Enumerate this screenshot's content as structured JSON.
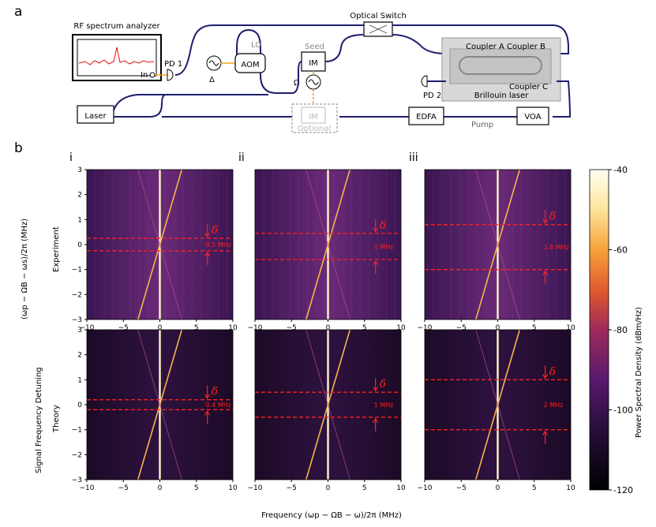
{
  "panel_a": {
    "letter": "a",
    "labels": {
      "rf_analyzer": "RF spectrum analyzer",
      "in": "In",
      "pd1": "PD 1",
      "delta": "Δ",
      "aom": "AOM",
      "lo": "LO",
      "seed": "Seed",
      "im": "IM",
      "omega": "Ω",
      "im_optional": "IM",
      "optional": "Optional",
      "optical_switch": "Optical Switch",
      "coupler_a": "Coupler A",
      "coupler_b": "Coupler B",
      "coupler_c": "Coupler C",
      "pd2": "PD 2",
      "brillouin": "Brillouin laser",
      "laser": "Laser",
      "edfa": "EDFA",
      "pump": "Pump",
      "voa": "VOA"
    }
  },
  "panel_b": {
    "letter": "b",
    "columns": [
      "i",
      "ii",
      "iii"
    ],
    "row_labels": [
      "Experiment",
      "Theory"
    ],
    "ylabel_outer": "Signal Frequency Detuning",
    "ylabel_inner": "(ωp − ΩB − ωs)/2π (MHz)",
    "xlabel": "Frequency (ωp − ΩB − ω)/2π (MHz)",
    "delta_symbol": "δ",
    "colorbar_label": "Power Spectral Density (dBm/Hz)",
    "colorbar_ticks": [
      "-40",
      "-60",
      "-80",
      "-100",
      "-120"
    ]
  },
  "chart_data": [
    {
      "type": "heatmap",
      "panel": "i-experiment",
      "xlim": [
        -10,
        10
      ],
      "ylim": [
        -3,
        3
      ],
      "xticks": [
        "−10",
        "−5",
        "0",
        "5",
        "10"
      ],
      "yticks": [
        "3",
        "2",
        "1",
        "0",
        "−1",
        "−2",
        "−3"
      ],
      "delta_lines": [
        0.25,
        -0.25
      ],
      "delta_label": "0.5 MHz"
    },
    {
      "type": "heatmap",
      "panel": "ii-experiment",
      "xlim": [
        -10,
        10
      ],
      "ylim": [
        -3,
        3
      ],
      "xticks": [
        "−10",
        "−5",
        "0",
        "5",
        "10"
      ],
      "yticks": [
        "3",
        "2",
        "1",
        "0",
        "−1",
        "−2",
        "−3"
      ],
      "delta_lines": [
        0.45,
        -0.6
      ],
      "delta_label": "1 MHz"
    },
    {
      "type": "heatmap",
      "panel": "iii-experiment",
      "xlim": [
        -10,
        10
      ],
      "ylim": [
        -3,
        3
      ],
      "xticks": [
        "−10",
        "−5",
        "0",
        "5",
        "10"
      ],
      "yticks": [
        "3",
        "2",
        "1",
        "0",
        "−1",
        "−2",
        "−3"
      ],
      "delta_lines": [
        0.8,
        -1.0
      ],
      "delta_label": "1.8 MHz"
    },
    {
      "type": "heatmap",
      "panel": "i-theory",
      "xlim": [
        -10,
        10
      ],
      "ylim": [
        -3,
        3
      ],
      "xticks": [
        "−10",
        "−5",
        "0",
        "5",
        "10"
      ],
      "yticks": [
        "3",
        "2",
        "1",
        "0",
        "−1",
        "−2",
        "−3"
      ],
      "delta_lines": [
        0.2,
        -0.2
      ],
      "delta_label": "0.4 MHz"
    },
    {
      "type": "heatmap",
      "panel": "ii-theory",
      "xlim": [
        -10,
        10
      ],
      "ylim": [
        -3,
        3
      ],
      "xticks": [
        "−10",
        "−5",
        "0",
        "5",
        "10"
      ],
      "yticks": [
        "3",
        "2",
        "1",
        "0",
        "−1",
        "−2",
        "−3"
      ],
      "delta_lines": [
        0.5,
        -0.5
      ],
      "delta_label": "1 MHz"
    },
    {
      "type": "heatmap",
      "panel": "iii-theory",
      "xlim": [
        -10,
        10
      ],
      "ylim": [
        -3,
        3
      ],
      "xticks": [
        "−10",
        "−5",
        "0",
        "5",
        "10"
      ],
      "yticks": [
        "3",
        "2",
        "1",
        "0",
        "−1",
        "−2",
        "−3"
      ],
      "delta_lines": [
        1.0,
        -1.0
      ],
      "delta_label": "2 MHz"
    }
  ],
  "colors": {
    "fiber": "#1f1f6e",
    "electrical": "#f0a020",
    "marker": "#ff2020",
    "heat_dark": "#14051f",
    "heat_mid": "#4a1a6a",
    "heat_bright": "#fff2b0"
  }
}
